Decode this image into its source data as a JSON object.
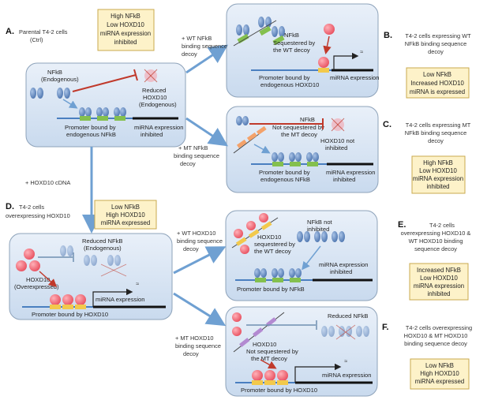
{
  "panels": {
    "A": {
      "letter": "A.",
      "title_lines": [
        "Parental T4-2 cells",
        "(Ctrl)"
      ],
      "status_lines": [
        "High NFkB",
        "Low HOXD10",
        "miRNA expression",
        "inhibited"
      ],
      "labels": {
        "nfkb": [
          "NFkB",
          "(Endogenous)"
        ],
        "reduced_hoxd10": [
          "Reduced",
          "HOXD10",
          "(Endogenous)"
        ],
        "promoter": [
          "Promoter bound by",
          "endogenous NFkB"
        ],
        "mirna": [
          "miRNA expression",
          "inhibited"
        ]
      }
    },
    "B": {
      "letter": "B.",
      "title_lines": [
        "T4-2 cells expressing WT",
        "NFkB binding sequence",
        "decoy"
      ],
      "status_lines": [
        "Low NFkB",
        "Increased HOXD10",
        "miRNA is expressed"
      ],
      "labels": {
        "nfkb": [
          "NFkB",
          "Sequestered by",
          "the WT decoy"
        ],
        "promoter": [
          "Promoter bound by",
          "endogenous HOXD10"
        ],
        "mirna": [
          "miRNA expression"
        ]
      }
    },
    "C": {
      "letter": "C.",
      "title_lines": [
        "T4-2 cells expressing MT",
        "NFkB binding sequence",
        "decoy"
      ],
      "status_lines": [
        "High NFkB",
        "Low HOXD10",
        "miRNA expression",
        "inhibited"
      ],
      "labels": {
        "nfkb": [
          "NFkB",
          "Not sequestered by",
          "the MT decoy"
        ],
        "hoxd10": [
          "HOXD10 not",
          "inhibited"
        ],
        "promoter": [
          "Promoter bound by",
          "endogenous NFkB"
        ],
        "mirna": [
          "miRNA expression",
          "inhibited"
        ]
      }
    },
    "D": {
      "letter": "D.",
      "title_lines": [
        "T4-2 cells",
        "overexpressing HOXD10"
      ],
      "status_lines": [
        "Low NFkB",
        "High HOXD10",
        "miRNA expressed"
      ],
      "labels": {
        "nfkb": [
          "Reduced NFkB",
          "(Endogenous)"
        ],
        "hoxd10": [
          "HOXD10",
          "(Overexpressed)"
        ],
        "promoter": [
          "Promoter bound by HOXD10"
        ],
        "mirna": [
          "miRNA expression"
        ]
      }
    },
    "E": {
      "letter": "E.",
      "title_lines": [
        "T4-2 cells",
        "overexpressing HOXD10 &",
        "WT HOXD10 binding",
        "sequence decoy"
      ],
      "status_lines": [
        "Increased NFkB",
        "Low HOXD10",
        "miRNA expression",
        "inhibited"
      ],
      "labels": {
        "hoxd10": [
          "HOXD10",
          "sequestered by",
          "the WT decoy"
        ],
        "nfkb": [
          "NFkB not",
          "inhibited"
        ],
        "promoter": [
          "Promoter bound by NFkB"
        ],
        "mirna": [
          "miRNA expression",
          "inhibited"
        ]
      }
    },
    "F": {
      "letter": "F.",
      "title_lines": [
        "T4-2 cells overexpressing",
        "HOXD10 & MT HOXD10",
        "binding sequence decoy"
      ],
      "status_lines": [
        "Low NFkB",
        "High HOXD10",
        "miRNA expressed"
      ],
      "labels": {
        "nfkb": [
          "Reduced NFkB"
        ],
        "hoxd10": [
          "HOXD10",
          "Not sequestered by",
          "the MT decoy"
        ],
        "promoter": [
          "Promoter bound by HOXD10"
        ],
        "mirna": [
          "miRNA expression"
        ]
      }
    }
  },
  "arrows": {
    "wt_nfkb": [
      "+ WT NFkB",
      "binding sequence",
      "decoy"
    ],
    "mt_nfkb": [
      "+ MT NFkB",
      "binding sequence",
      "decoy"
    ],
    "hoxd10_cdna": [
      "+ HOXD10 cDNA"
    ],
    "wt_hoxd10": [
      "+ WT HOXD10",
      "binding sequence",
      "decoy"
    ],
    "mt_hoxd10": [
      "+ MT HOXD10",
      "binding sequence",
      "decoy"
    ]
  },
  "colors": {
    "panel_fill": "#d9e6f4",
    "panel_stroke": "#7f93aa",
    "status_fill": "#fdf2c9",
    "status_stroke": "#c9a94e",
    "nfkb_blue": "#5b84be",
    "hoxd10_pink": "#ef6a78",
    "dna": "#4a7fc0",
    "site_green": "#84c04e",
    "site_yellow": "#f2c94c",
    "inhibit_red": "#c0392b",
    "flow_arrow": "#6fa0d2"
  }
}
